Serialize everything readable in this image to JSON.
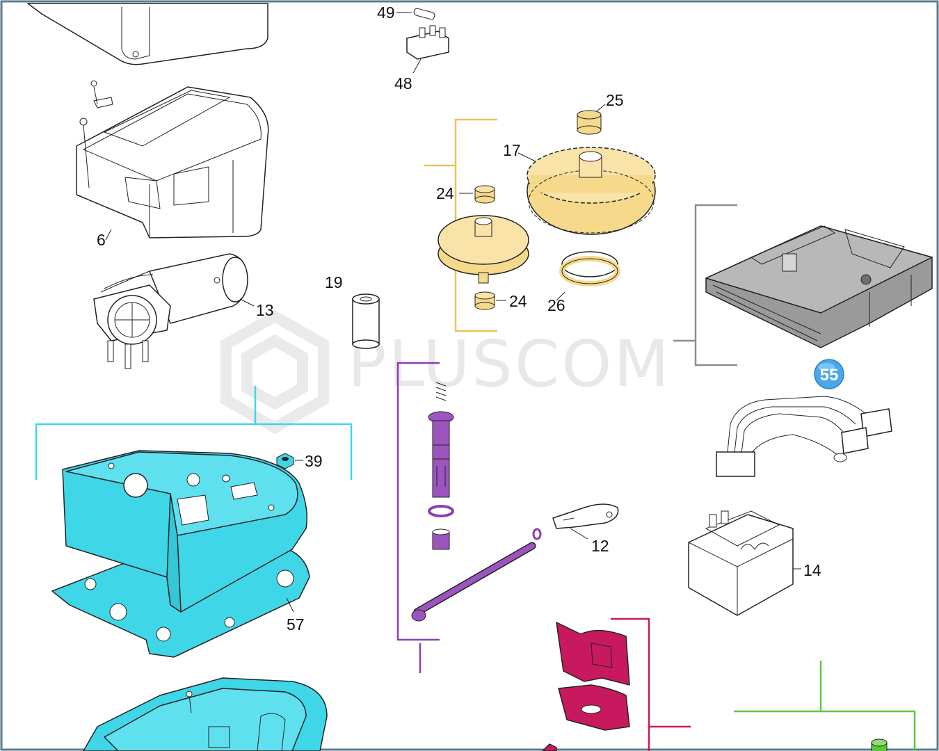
{
  "watermark": {
    "text": "PLUSCOM"
  },
  "colors": {
    "frame": "#5b7b8f",
    "cyan": "#3fd6e8",
    "gold": "#f6d98a",
    "purple": "#8b3fae",
    "magenta": "#c8195e",
    "gray_group": "#8c8c8c",
    "green": "#5ac73c",
    "badge": "#4aa8e8"
  },
  "callouts": {
    "p49": "49",
    "p48": "48",
    "p25": "25",
    "p17": "17",
    "p24a": "24",
    "p24b": "24",
    "p26": "26",
    "p6": "6",
    "p13": "13",
    "p19": "19",
    "p39": "39",
    "p57": "57",
    "p12": "12",
    "p14": "14"
  },
  "badge": {
    "number": "55"
  }
}
